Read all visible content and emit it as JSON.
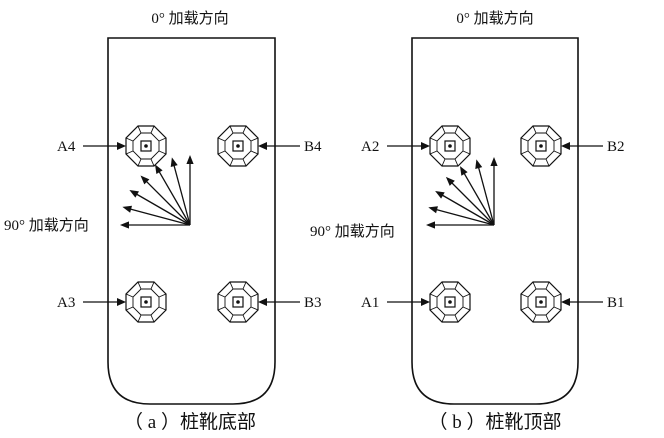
{
  "panels": [
    {
      "id": "a",
      "caption": "（ a ）桩靴底部",
      "top_label": "0° 加载方向",
      "side_label": "90° 加载方向",
      "sensors": {
        "top_left": "A4",
        "top_right": "B4",
        "bottom_left": "A3",
        "bottom_right": "B3"
      }
    },
    {
      "id": "b",
      "caption": "（ b ）桩靴顶部",
      "top_label": "0° 加载方向",
      "side_label": "90° 加载方向",
      "sensors": {
        "top_left": "A2",
        "top_right": "B2",
        "bottom_left": "A1",
        "bottom_right": "B1"
      }
    }
  ],
  "fan_directions_deg": [
    0,
    15,
    30,
    45,
    60,
    75,
    90
  ]
}
